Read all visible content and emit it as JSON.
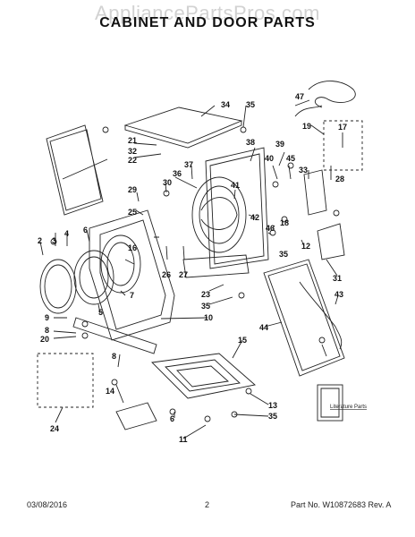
{
  "watermark": "AppliancePartsPros.com",
  "title": "CABINET AND DOOR PARTS",
  "footer": {
    "date": "03/08/2016",
    "page": "2",
    "part_no": "Part No. W10872683 Rev. A"
  },
  "literature_label": "Literature Parts",
  "part_numbers": [
    "47",
    "34",
    "35",
    "19",
    "38",
    "39",
    "40",
    "45",
    "17",
    "33",
    "21",
    "32",
    "22",
    "37",
    "36",
    "30",
    "41",
    "28",
    "42",
    "18",
    "46",
    "29",
    "25",
    "16",
    "12",
    "35",
    "2",
    "3",
    "4",
    "6",
    "26",
    "27",
    "31",
    "23",
    "35",
    "9",
    "5",
    "7",
    "10",
    "43",
    "8",
    "20",
    "44",
    "15",
    "8",
    "14",
    "13",
    "35",
    "6",
    "11",
    "24"
  ]
}
